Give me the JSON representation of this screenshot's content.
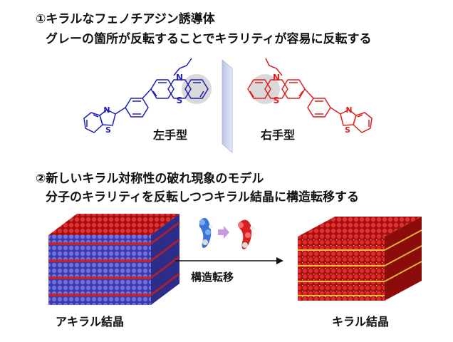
{
  "section1": {
    "heading_line1": "①キラルなフェノチアジン誘導体",
    "heading_line2": "グレーの箇所が反転することでキラリティが容易に反転する",
    "left_label": "左手型",
    "right_label": "右手型",
    "atom_N": "N",
    "atom_S": "S",
    "colors": {
      "left_molecule": "#1f1fb4",
      "right_molecule": "#e02020",
      "highlight": "#d9d9d9"
    }
  },
  "section2": {
    "heading_line1": "②新しいキラル対称性の破れ現象のモデル",
    "heading_line2": "分子のキラリティを反転しつつキラル結晶に構造転移する",
    "transition_label": "構造転移",
    "achiral_label": "アキラル結晶",
    "chiral_label": "キラル結晶",
    "colors": {
      "blue_atoms": "#5a5ad8",
      "red_atoms": "#d82020",
      "yellow_atoms": "#e8d040",
      "arrow_small": "#c79adf"
    }
  }
}
